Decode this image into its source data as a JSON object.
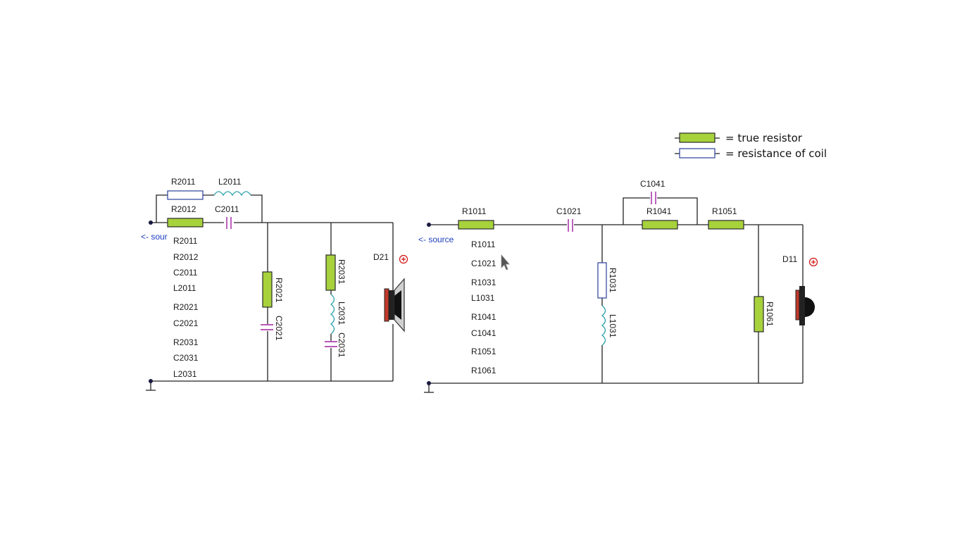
{
  "colors": {
    "resistor_fill": "#a7d23c",
    "resistor_border": "#2a2a2a",
    "coil_resistance_border": "#2a3f9a",
    "inductor": "#2aa0a8",
    "capacitor": "#a020a0",
    "source_label": "#1f3fbf",
    "polarity": "#d01010"
  },
  "legend": {
    "true_resistor": "= true resistor",
    "coil_resistance": "= resistance of coil"
  },
  "left_circuit": {
    "source": "<- sour",
    "driver": "D21",
    "components": {
      "r2011": "R2011",
      "l2011": "L2011",
      "r2012": "R2012",
      "c2011": "C2011",
      "r2021": "R2021",
      "c2021": "C2021",
      "r2031": "R2031",
      "l2031": "L2031",
      "c2031": "C2031"
    },
    "parts_list": [
      "R2011",
      "R2012",
      "C2011",
      "L2011",
      "R2021",
      "C2021",
      "R2031",
      "C2031",
      "L2031"
    ]
  },
  "right_circuit": {
    "source": "<- source",
    "driver": "D11",
    "components": {
      "r1011": "R1011",
      "c1021": "C1021",
      "c1041": "C1041",
      "r1041": "R1041",
      "r1051": "R1051",
      "r1031": "R1031",
      "l1031": "L1031",
      "r1061": "R1061"
    },
    "parts_list": [
      "R1011",
      "C1021",
      "R1031",
      "L1031",
      "R1041",
      "C1041",
      "R1051",
      "R1061"
    ]
  }
}
